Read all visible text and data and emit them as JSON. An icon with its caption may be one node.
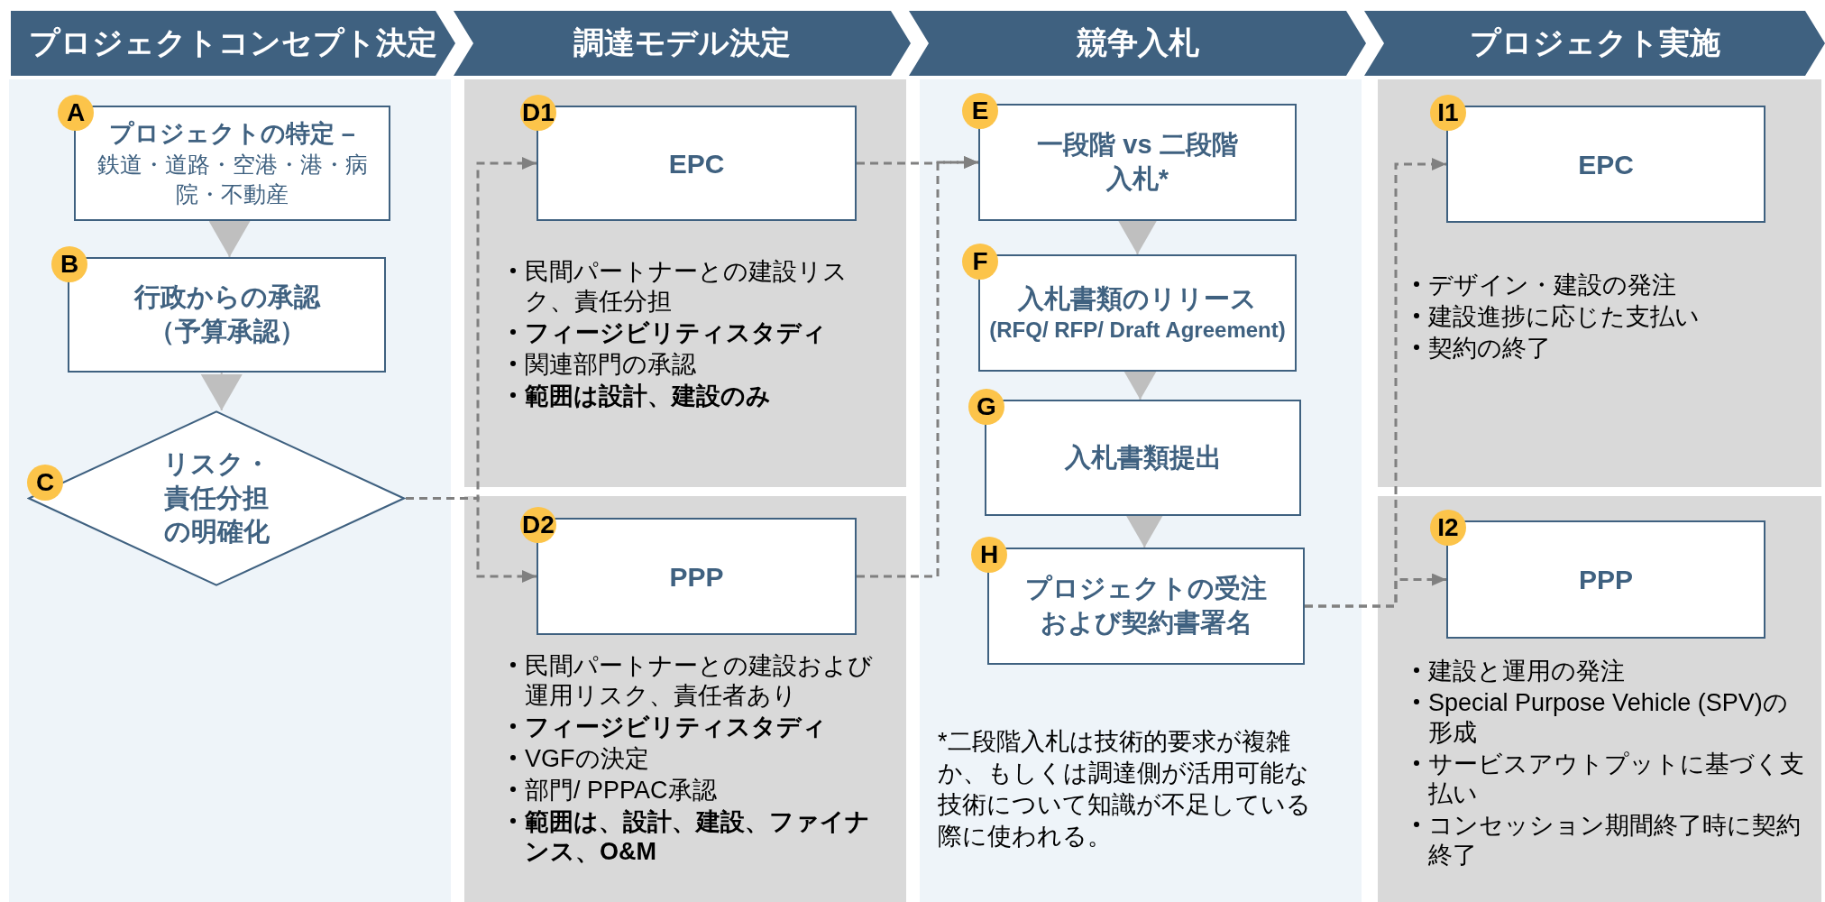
{
  "diagram": {
    "nodes": [
      {
        "text": [
          "プロジェクトコンセプト決定"
        ]
      },
      {
        "text": [
          "調達モデル決定"
        ]
      },
      {
        "text": [
          "競争入札"
        ]
      },
      {
        "text": [
          "プロジェクト実施"
        ]
      },
      {
        "text": [
          "A",
          "プロジェクトの特定 –",
          "鉄道・道路・空港・港・病院・不動産"
        ]
      },
      {
        "text": [
          "B",
          "行政からの承認（予算承認）"
        ]
      },
      {
        "text": [
          "C",
          "リスク・責任分担の明確化"
        ]
      },
      {
        "text": [
          "D1",
          "EPC"
        ],
        "beside": [
          "民間パートナーとの建設リスク、責任分担",
          "フィージビリティスタディ",
          "関連部門の承認",
          "範囲は設計、建設のみ"
        ]
      },
      {
        "text": [
          "D2",
          "PPP"
        ],
        "beside": [
          "民間パートナーとの建設および運用リスク、責任者あり",
          "フィージビリティスタディ",
          "VGFの決定",
          "部門/ PPPAC承認",
          "範囲は、設計、建設、ファイナンス、O&M"
        ]
      },
      {
        "text": [
          "E",
          "一段階 vs 二段階入札*"
        ]
      },
      {
        "text": [
          "F",
          "入札書類のリリース",
          "(RFQ/ RFP/ Draft Agreement)"
        ]
      },
      {
        "text": [
          "G",
          "入札書類提出"
        ]
      },
      {
        "text": [
          "H",
          "プロジェクトの受注および契約書署名"
        ]
      },
      {
        "text": [
          "I1",
          "EPC"
        ],
        "beside": [
          "デザイン・建設の発注",
          "建設進捗に応じた支払い",
          "契約の終了"
        ]
      },
      {
        "text": [
          "I2",
          "PPP"
        ],
        "beside": [
          "建設と運用の発注",
          "Special Purpose Vehicle (SPV)の形成",
          "サービスアウトプットに基づく支払い",
          "コンセッション期間終了時に契約終了"
        ]
      }
    ],
    "edges": [
      {
        "from": 4,
        "to": 5,
        "arrow": "to",
        "color": "#bfbfbf"
      },
      {
        "from": 5,
        "to": 6,
        "arrow": "to",
        "color": "#bfbfbf"
      },
      {
        "from": 6,
        "to": 7,
        "arrow": "to",
        "style": "dashed"
      },
      {
        "from": 6,
        "to": 8,
        "arrow": "to",
        "style": "dashed"
      },
      {
        "from": 7,
        "to": 9,
        "arrow": "to",
        "style": "dashed"
      },
      {
        "from": 8,
        "to": 9,
        "arrow": "to",
        "style": "dashed"
      },
      {
        "from": 9,
        "to": 10,
        "arrow": "to",
        "color": "#bfbfbf"
      },
      {
        "from": 10,
        "to": 11,
        "arrow": "to",
        "color": "#bfbfbf"
      },
      {
        "from": 11,
        "to": 12,
        "arrow": "to",
        "color": "#bfbfbf"
      },
      {
        "from": 12,
        "to": 13,
        "arrow": "to",
        "style": "dashed"
      },
      {
        "from": 12,
        "to": 14,
        "arrow": "to",
        "style": "dashed"
      }
    ],
    "labels": [
      "*二段階入札は技術的要求が複雑か、もしくは調達側が活用可能な技術について知識が不足している際に使われる。"
    ]
  }
}
